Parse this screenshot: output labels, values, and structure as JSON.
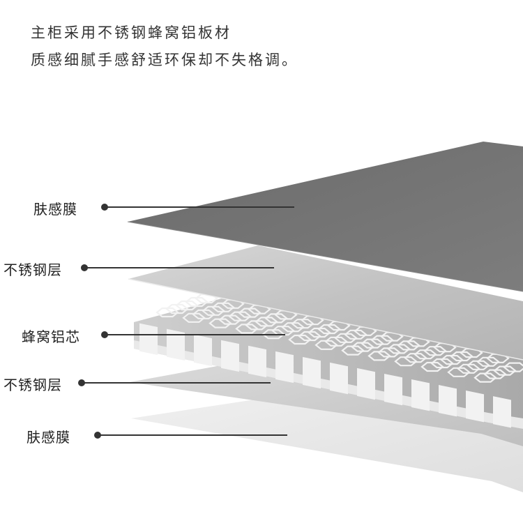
{
  "heading": {
    "line1": "主柜采用不锈钢蜂窝铝板材",
    "line2": "质感细腻手感舒适环保却不失格调。"
  },
  "labels": [
    {
      "id": "top-film",
      "text": "肤感膜"
    },
    {
      "id": "top-steel",
      "text": "不锈钢层"
    },
    {
      "id": "core",
      "text": "蜂窝铝芯"
    },
    {
      "id": "bottom-steel",
      "text": "不锈钢层"
    },
    {
      "id": "bottom-film",
      "text": "肤感膜"
    }
  ],
  "colors": {
    "top_film": "#6f6f6f",
    "steel": "#c4c4c4",
    "honeycomb": "#bdbdbd",
    "honeycomb_wall": "#f2f2f2",
    "bottom_film": "#e6e6e6",
    "leader": "#333333"
  }
}
